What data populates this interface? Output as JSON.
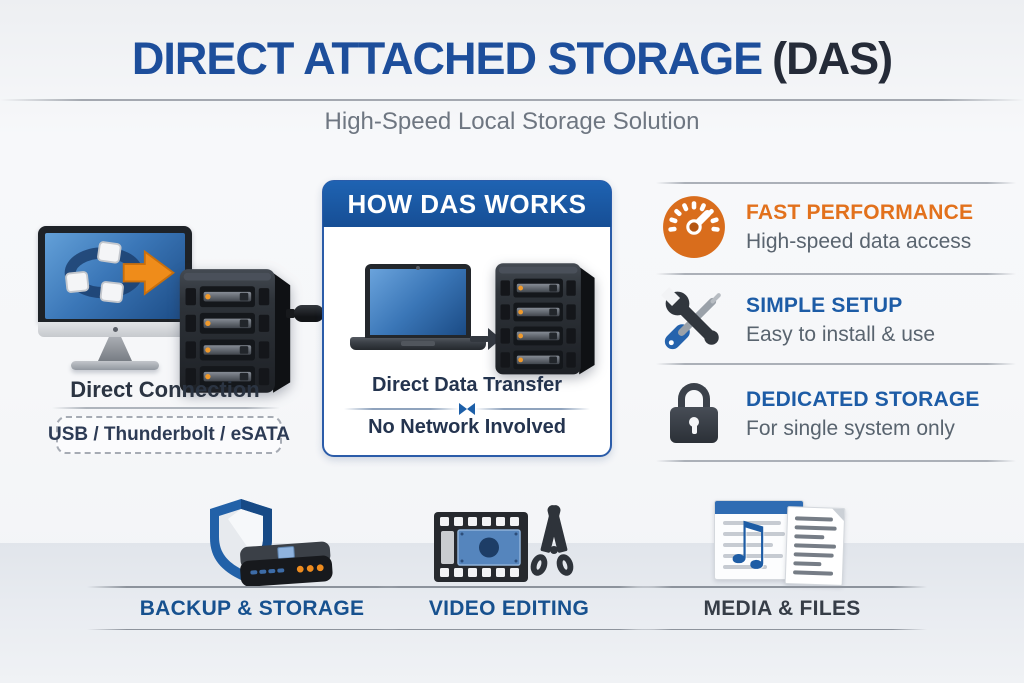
{
  "header": {
    "title": "DIRECT ATTACHED STORAGE",
    "title_suffix": "(DAS)",
    "subtitle": "High-Speed Local Storage Solution"
  },
  "connection": {
    "caption": "Direct Connection",
    "interfaces": "USB / Thunderbolt / eSATA"
  },
  "how_it_works": {
    "title": "HOW DAS WORKS",
    "transfer_label": "Direct Data Transfer",
    "network_label": "No Network Involved"
  },
  "features": [
    {
      "title": "FAST PERFORMANCE",
      "description": "High-speed data access",
      "icon": "speedometer-icon",
      "title_color": "#e2711c"
    },
    {
      "title": "SIMPLE SETUP",
      "description": "Easy to install & use",
      "icon": "wrench-screwdriver-icon",
      "title_color": "#1d5ca6"
    },
    {
      "title": "DEDICATED STORAGE",
      "description": "For single system only",
      "icon": "padlock-icon",
      "title_color": "#1d5ca6"
    }
  ],
  "use_cases": [
    {
      "label": "BACKUP & STORAGE",
      "icon": "shield-harddrive-icon",
      "label_color": "#17518f"
    },
    {
      "label": "VIDEO EDITING",
      "icon": "filmstrip-scissors-icon",
      "label_color": "#17518f"
    },
    {
      "label": "MEDIA & FILES",
      "icon": "documents-music-icon",
      "label_color": "#363d47"
    }
  ],
  "colors": {
    "title_blue": "#1d4e9b",
    "accent_orange": "#e2711c",
    "accent_blue": "#1d5ca6",
    "dark_navy_text": "#2b3442",
    "body_gray_text": "#59646f",
    "box_border_blue": "#2b5ca9",
    "header_bar_blue": "#1a57a3"
  }
}
